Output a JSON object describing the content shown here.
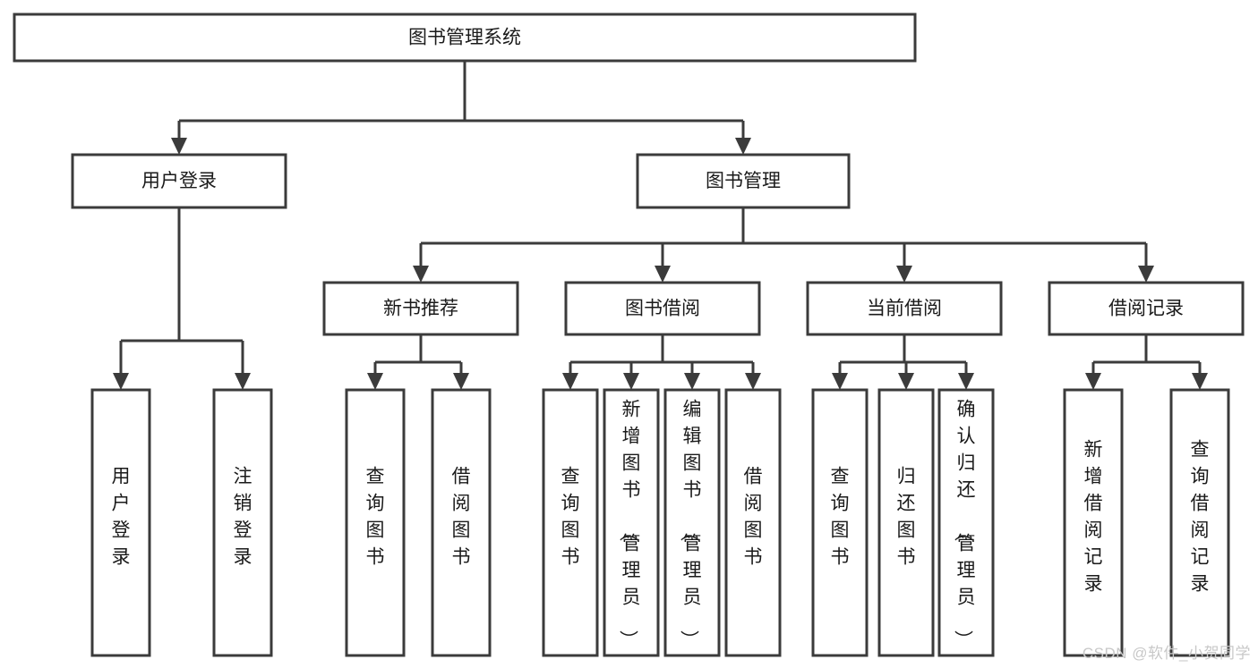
{
  "diagram": {
    "title": "图书管理系统",
    "type": "tree",
    "orientation": "top-down",
    "background_color": "#ffffff",
    "stroke_color": "#3b3b3b",
    "text_color": "#1a1a1a",
    "root": {
      "id": "root",
      "label": "图书管理系统",
      "text_orientation": "horizontal"
    },
    "level2": [
      {
        "id": "user-login",
        "label": "用户登录",
        "text_orientation": "horizontal"
      },
      {
        "id": "book-management",
        "label": "图书管理",
        "text_orientation": "horizontal"
      }
    ],
    "level3": [
      {
        "id": "new-book-recommend",
        "label": "新书推荐",
        "text_orientation": "horizontal"
      },
      {
        "id": "book-borrow",
        "label": "图书借阅",
        "text_orientation": "horizontal"
      },
      {
        "id": "current-borrow",
        "label": "当前借阅",
        "text_orientation": "horizontal"
      },
      {
        "id": "borrow-record",
        "label": "借阅记录",
        "text_orientation": "horizontal"
      }
    ],
    "leaves": {
      "user-login": [
        {
          "id": "leaf-user-login",
          "label": "用户登录",
          "text_orientation": "vertical"
        },
        {
          "id": "leaf-logout",
          "label": "注销登录",
          "text_orientation": "vertical"
        }
      ],
      "new-book-recommend": [
        {
          "id": "leaf-query-book-1",
          "label": "查询图书",
          "text_orientation": "vertical"
        },
        {
          "id": "leaf-borrow-book-1",
          "label": "借阅图书",
          "text_orientation": "vertical"
        }
      ],
      "book-borrow": [
        {
          "id": "leaf-query-book-2",
          "label": "查询图书",
          "text_orientation": "vertical"
        },
        {
          "id": "leaf-add-book",
          "label": "新增图书（管理员）",
          "text_orientation": "vertical"
        },
        {
          "id": "leaf-edit-book",
          "label": "编辑图书（管理员）",
          "text_orientation": "vertical"
        },
        {
          "id": "leaf-borrow-book-2",
          "label": "借阅图书",
          "text_orientation": "vertical"
        }
      ],
      "current-borrow": [
        {
          "id": "leaf-query-book-3",
          "label": "查询图书",
          "text_orientation": "vertical"
        },
        {
          "id": "leaf-return-book",
          "label": "归还图书",
          "text_orientation": "vertical"
        },
        {
          "id": "leaf-confirm-return",
          "label": "确认归还（管理员）",
          "text_orientation": "vertical"
        }
      ],
      "borrow-record": [
        {
          "id": "leaf-add-record",
          "label": "新增借阅记录",
          "text_orientation": "vertical"
        },
        {
          "id": "leaf-query-record",
          "label": "查询借阅记录",
          "text_orientation": "vertical"
        }
      ]
    }
  },
  "watermark": {
    "text": "CSDN @软件_小贺同学",
    "color": "#c8c8c8"
  }
}
